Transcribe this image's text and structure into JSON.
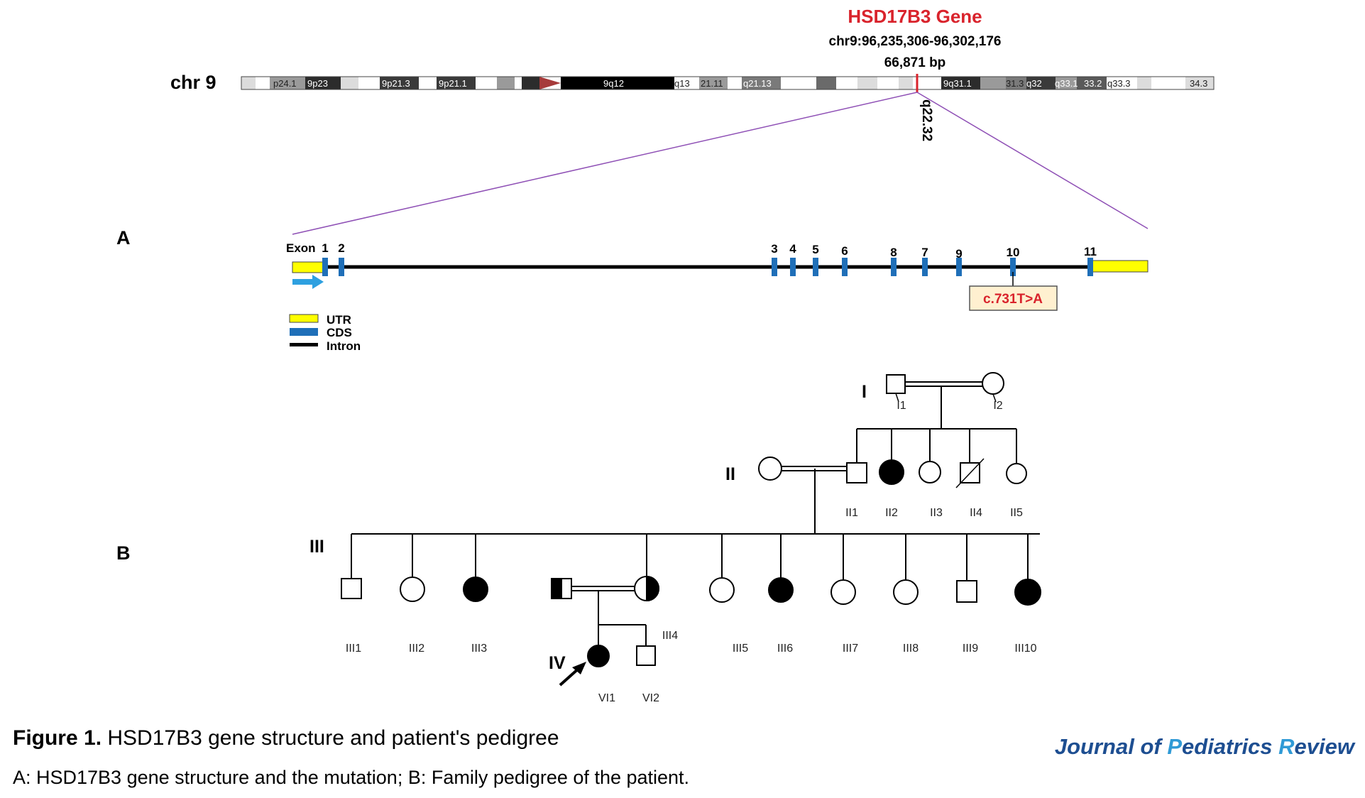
{
  "gene": {
    "name": "HSD17B3 Gene",
    "coords": "chr9:96,235,306-96,302,176",
    "length": "66,871 bp",
    "locus": "q22.32",
    "chrom_label": "chr 9",
    "bands": [
      "p24.1",
      "9p23",
      "9p21.3",
      "9p21.1",
      "9q12",
      "q13",
      "21.11",
      "q21.13",
      "9q31.1",
      "31.3",
      "q32",
      "q33.1",
      "33.2",
      "q33.3",
      "34.3"
    ]
  },
  "panel_labels": {
    "a": "A",
    "b": "B"
  },
  "exons": {
    "title": "Exon",
    "labels": [
      "1",
      "2",
      "3",
      "4",
      "5",
      "6",
      "8",
      "7",
      "9",
      "10",
      "11"
    ],
    "mutation": "c.731T>A"
  },
  "legend": {
    "utr": "UTR",
    "cds": "CDS",
    "intron": "Intron"
  },
  "colors": {
    "utr": "#ffff00",
    "cds": "#1f6fb8",
    "gene_red": "#d9232c",
    "mutation_box": "#fff0d0",
    "arrow": "#2ea0e0",
    "zoom_line": "#8e4fb5"
  },
  "pedigree": {
    "generations": [
      "I",
      "II",
      "III",
      "IV"
    ],
    "gen1": [
      "I1",
      "I2"
    ],
    "gen2": [
      "II1",
      "II2",
      "II3",
      "II4",
      "II5"
    ],
    "gen3": [
      "III1",
      "III2",
      "III3",
      "III4",
      "III5",
      "III6",
      "III7",
      "III8",
      "III9",
      "III10"
    ],
    "gen4": [
      "VI1",
      "VI2"
    ]
  },
  "caption": {
    "fig_label": "Figure 1.",
    "title": "HSD17B3 gene structure and patient's pedigree",
    "subtitle": "A: HSD17B3 gene structure and the mutation; B: Family pedigree of the patient."
  },
  "journal": {
    "j": "J",
    "ournal": "ournal of ",
    "p": "P",
    "ediatrics": "ediatrics ",
    "r": "R",
    "eview": "eview"
  }
}
